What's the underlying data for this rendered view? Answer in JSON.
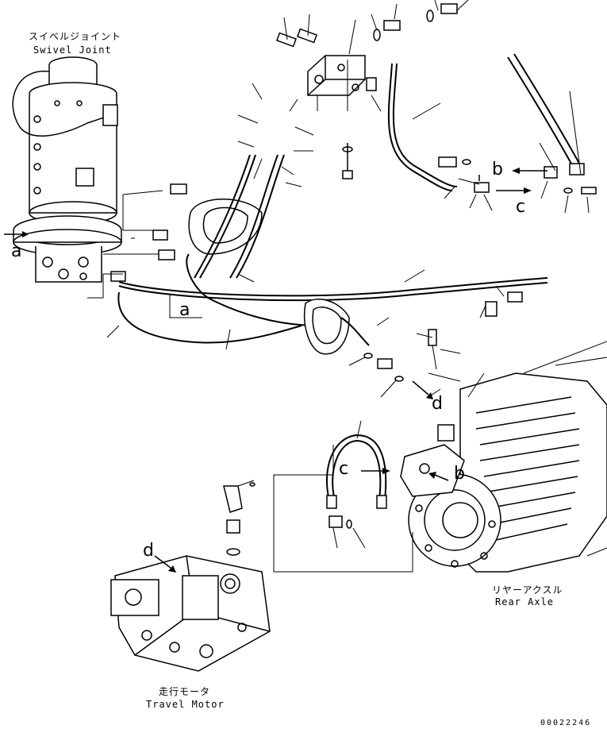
{
  "components": {
    "swivel_joint": {
      "jp": "スイベルジョイント",
      "en": "Swivel Joint"
    },
    "rear_axle": {
      "jp": "リヤーアクスル",
      "en": "Rear Axle"
    },
    "travel_motor": {
      "jp": "走行モータ",
      "en": "Travel Motor"
    }
  },
  "refs": {
    "a1": "a",
    "a2": "a",
    "b1": "b",
    "b2": "b",
    "c1": "c",
    "c2": "c",
    "d1": "d",
    "d2": "d"
  },
  "doc_number": "00022246"
}
